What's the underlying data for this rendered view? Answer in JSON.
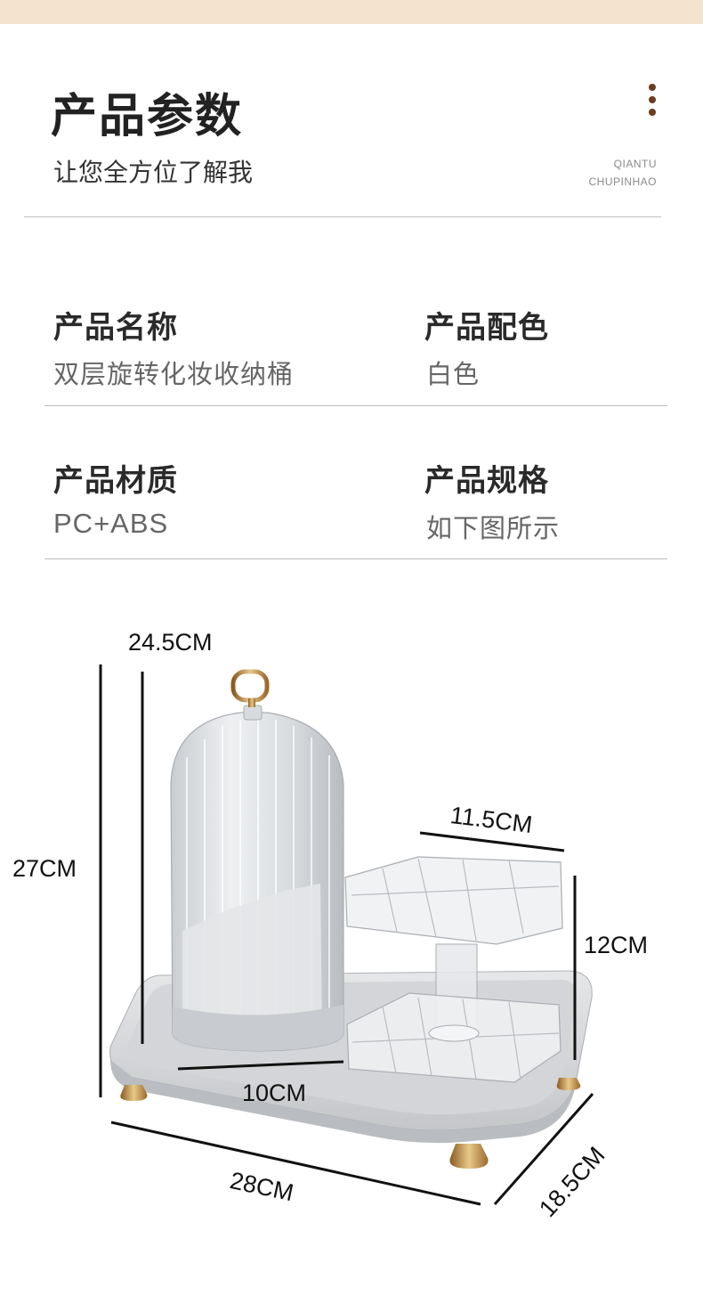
{
  "header": {
    "title": "产品参数",
    "subtitle": "让您全方位了解我",
    "brand_line1": "QIANTU",
    "brand_line2": "CHUPINHAO"
  },
  "specs": [
    {
      "label": "产品名称",
      "value": "双层旋转化妆收纳桶"
    },
    {
      "label": "产品配色",
      "value": "白色"
    },
    {
      "label": "产品材质",
      "value": "PC+ABS"
    },
    {
      "label": "产品规格",
      "value": "如下图所示"
    }
  ],
  "dimensions": {
    "inner_height": "24.5CM",
    "total_height": "27CM",
    "tray_width": "11.5CM",
    "tray_height": "12CM",
    "bucket_diameter": "10CM",
    "base_length": "28CM",
    "base_depth": "18.5CM"
  },
  "colors": {
    "topbar": "#f3e3cf",
    "accent_dot": "#6b3d1e",
    "divider": "#bdbdbd"
  }
}
